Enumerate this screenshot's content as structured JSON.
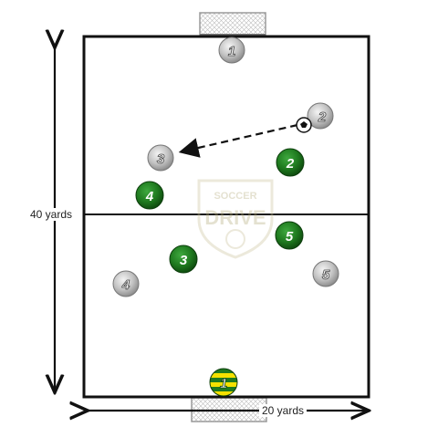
{
  "dimensions": {
    "height_label": "40 yards",
    "width_label": "20 yards"
  },
  "watermark": {
    "text_top": "SOCCER",
    "text_main": "DRIVE"
  },
  "colors": {
    "field_line": "#111111",
    "grey_player": "#bdbdbd",
    "green_player": "#1f7a1f",
    "keeper_yellow": "#f5e100",
    "pass_arrow": "#111111"
  },
  "players": {
    "grey_keeper": "1",
    "grey_2": "2",
    "grey_3": "3",
    "grey_4": "4",
    "grey_5": "5",
    "green_keeper": "1",
    "green_2": "2",
    "green_3": "3",
    "green_4": "4",
    "green_5": "5"
  },
  "ball_holder": "grey_2",
  "pass_target": "grey_3"
}
